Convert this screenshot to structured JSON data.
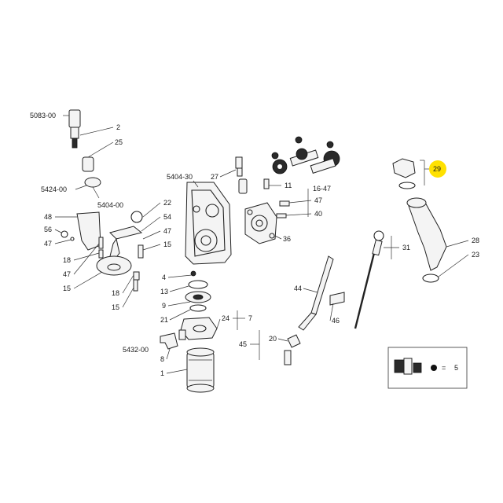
{
  "callouts": {
    "c5083_00": "5083-00",
    "c2": "2",
    "c25": "25",
    "c5424_00": "5424-00",
    "c5404_00": "5404-00",
    "c48": "48",
    "c56": "56",
    "c47a": "47",
    "c18a": "18",
    "c47b": "47",
    "c15a": "15",
    "c22": "22",
    "c54": "54",
    "c47c": "47",
    "c15b": "15",
    "c18b": "18",
    "c15c": "15",
    "c5404_30": "5404-30",
    "c27": "27",
    "c11": "11",
    "c16_47": "16-47",
    "c47d": "47",
    "c40": "40",
    "c36": "36",
    "c4": "4",
    "c13": "13",
    "c9": "9",
    "c21": "21",
    "c24": "24",
    "c7": "7",
    "c5432_00": "5432-00",
    "c8": "8",
    "c1": "1",
    "c44": "44",
    "c46": "46",
    "c45": "45",
    "c20": "20",
    "c31": "31",
    "c29": "29",
    "c28": "28",
    "c23": "23"
  },
  "legend": {
    "equals": "=",
    "count": "5"
  },
  "highlight_color": "#ffe100"
}
